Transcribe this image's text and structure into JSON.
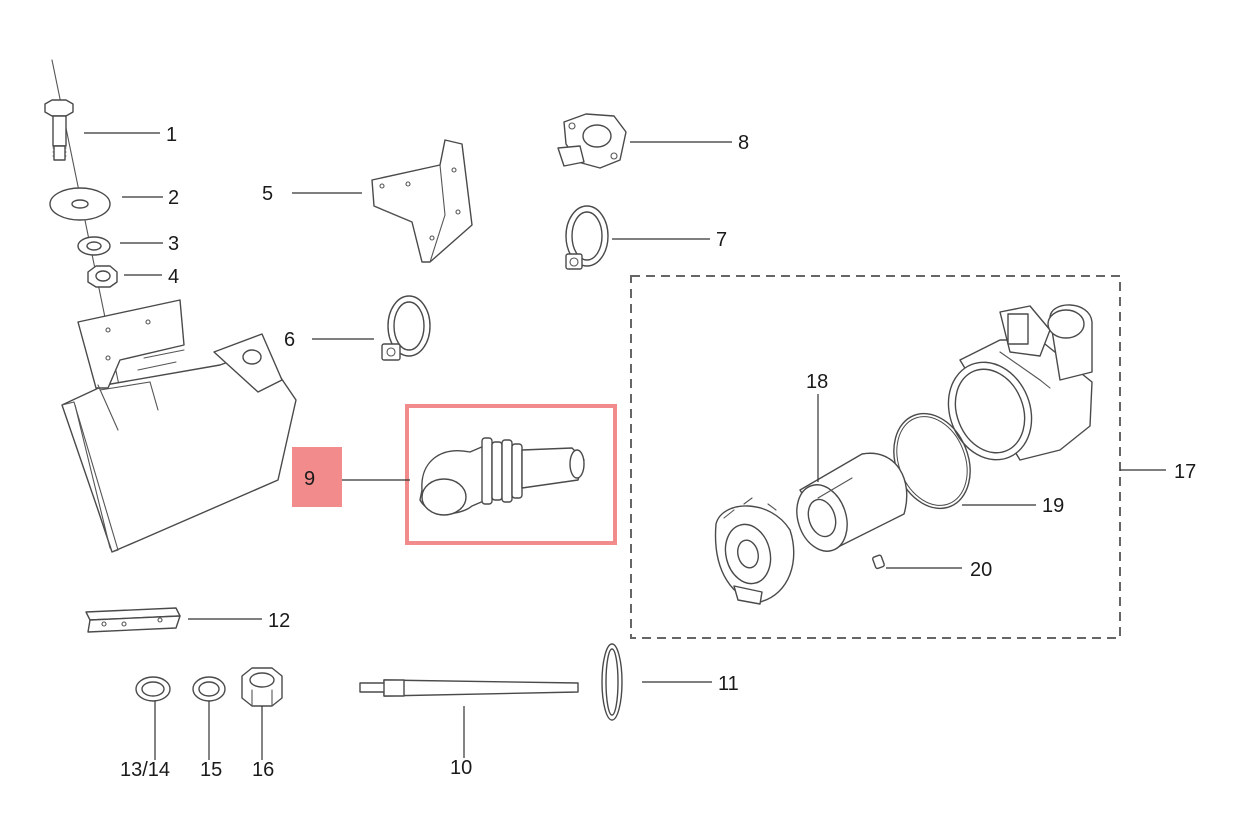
{
  "highlight": {
    "stroke": "#f28b8b",
    "fill": "#f28b8b",
    "label_color": "#c0392b"
  },
  "labels": {
    "p1": "1",
    "p2": "2",
    "p3": "3",
    "p4": "4",
    "p5": "5",
    "p6": "6",
    "p7": "7",
    "p8": "8",
    "p9": "9",
    "p10": "10",
    "p11": "11",
    "p12": "12",
    "p13_14": "13/14",
    "p15": "15",
    "p16": "16",
    "p17": "17",
    "p18": "18",
    "p19": "19",
    "p20": "20"
  },
  "icons": {
    "bolt": "bolt-icon",
    "washer": "washer-icon",
    "nut": "nut-icon",
    "bracket": "bracket-icon",
    "hose_clamp": "hose-clamp-icon",
    "housing": "air-intake-housing-icon",
    "hose": "intake-hose-icon",
    "filter": "air-filter-icon",
    "rod": "rod-icon",
    "o_ring": "o-ring-icon"
  }
}
